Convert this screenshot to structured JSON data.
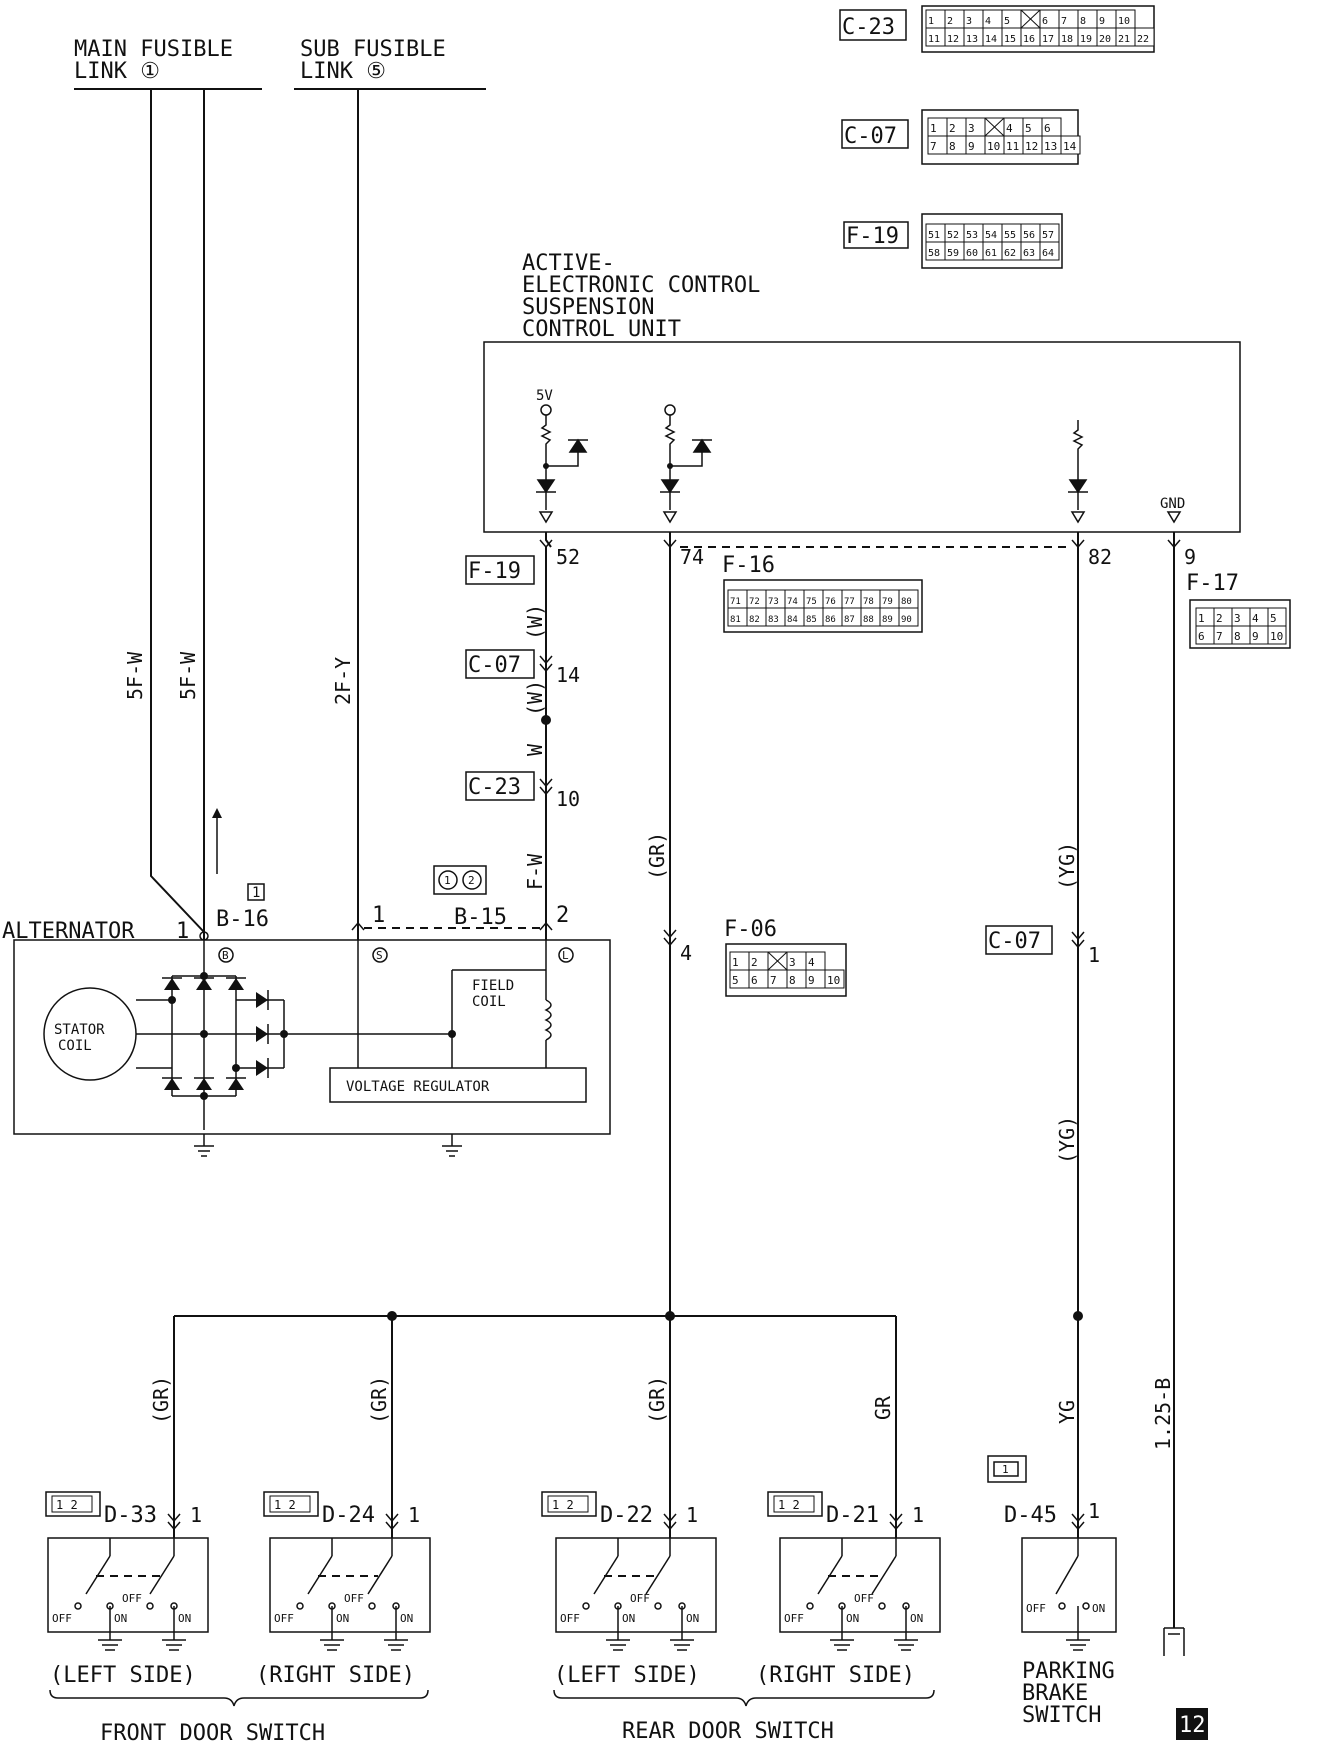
{
  "sources": {
    "main_fusible_link": [
      "MAIN FUSIBLE",
      "LINK ①"
    ],
    "sub_fusible_link": [
      "SUB FUSIBLE",
      "LINK ⑤"
    ]
  },
  "control_unit": {
    "title": [
      "ACTIVE-",
      "ELECTRONIC CONTROL",
      "SUSPENSION",
      "CONTROL UNIT"
    ],
    "vref": "5V",
    "gnd": "GND",
    "pins": [
      "52",
      "74",
      "82",
      "9"
    ]
  },
  "connector_faces": {
    "C-23": {
      "label": "C-23",
      "row1": [
        "1",
        "2",
        "3",
        "4",
        "5",
        "",
        "6",
        "7",
        "8",
        "9",
        "10"
      ],
      "row2": [
        "11",
        "12",
        "13",
        "14",
        "15",
        "16",
        "17",
        "18",
        "19",
        "20",
        "21",
        "22"
      ]
    },
    "C-07": {
      "label": "C-07",
      "row1": [
        "1",
        "2",
        "3",
        "",
        "4",
        "5",
        "6"
      ],
      "row2": [
        "7",
        "8",
        "9",
        "10",
        "11",
        "12",
        "13",
        "14"
      ]
    },
    "F-19": {
      "label": "F-19",
      "row1": [
        "51",
        "52",
        "53",
        "54",
        "55",
        "56",
        "57"
      ],
      "row2": [
        "58",
        "59",
        "60",
        "61",
        "62",
        "63",
        "64"
      ]
    },
    "F-16": {
      "label": "F-16",
      "row1": [
        "71",
        "72",
        "73",
        "74",
        "75",
        "76",
        "77",
        "78",
        "79",
        "80"
      ],
      "row2": [
        "81",
        "82",
        "83",
        "84",
        "85",
        "86",
        "87",
        "88",
        "89",
        "90"
      ]
    },
    "F-17": {
      "label": "F-17",
      "row1": [
        "1",
        "2",
        "3",
        "4",
        "5"
      ],
      "row2": [
        "6",
        "7",
        "8",
        "9",
        "10"
      ]
    },
    "F-06": {
      "label": "F-06",
      "row1": [
        "1",
        "2",
        "",
        "3",
        "4"
      ],
      "row2": [
        "5",
        "6",
        "7",
        "8",
        "9",
        "10"
      ]
    },
    "B-15": {
      "label": "B-15",
      "pins": [
        "1",
        "2"
      ]
    },
    "B-16": {
      "label": "B-16",
      "pins": [
        "1"
      ]
    }
  },
  "wires": {
    "main1": "5F-W",
    "main2": "5F-W",
    "sub": "2F-Y",
    "pin52_a": "(W)",
    "pin52_b": "(W)",
    "pin52_c": "W",
    "pin52_d": "F-W",
    "pin74": "(GR)",
    "pin82_a": "(YG)",
    "pin82_b": "(YG)",
    "pin82_c": "YG",
    "gnd": "1.25-B",
    "d33": "(GR)",
    "d24": "(GR)",
    "d22": "(GR)",
    "d21": "GR"
  },
  "connectors_on_wires": {
    "f19": "F-19",
    "pin52": "52",
    "c07a": "C-07",
    "pin14": "14",
    "c23": "C-23",
    "pin10": "10",
    "b15": "B-15",
    "b15_p1": "1",
    "b15_p2": "2",
    "b16": "B-16",
    "b16_p1": "1",
    "f16": "F-16",
    "pin74": "74",
    "f06": "F-06",
    "pin4": "4",
    "c07b": "C-07",
    "pin1": "1",
    "pin82": "82",
    "f17": "F-17",
    "pin9": "9"
  },
  "alternator": {
    "label": "ALTERNATOR",
    "stator": [
      "STATOR",
      "COIL"
    ],
    "field": [
      "FIELD",
      "COIL"
    ],
    "regulator": "VOLTAGE REGULATOR",
    "terminals": [
      "B",
      "S",
      "L"
    ],
    "connector_badge": "1"
  },
  "switches": [
    {
      "connector": "D-33",
      "pin": "1",
      "badge": "1 2",
      "off": "OFF",
      "on": "ON",
      "mid_off": "OFF",
      "mid_on": "ON"
    },
    {
      "connector": "D-24",
      "pin": "1",
      "badge": "1 2",
      "off": "OFF",
      "on": "ON",
      "mid_off": "OFF",
      "mid_on": "ON"
    },
    {
      "connector": "D-22",
      "pin": "1",
      "badge": "1 2",
      "off": "OFF",
      "on": "ON",
      "mid_off": "OFF",
      "mid_on": "ON"
    },
    {
      "connector": "D-21",
      "pin": "1",
      "badge": "1 2",
      "off": "OFF",
      "on": "ON",
      "mid_off": "OFF",
      "mid_on": "ON"
    }
  ],
  "switch_captions": {
    "front_left": "(LEFT SIDE)",
    "front_right": "(RIGHT SIDE)",
    "rear_left": "(LEFT SIDE)",
    "rear_right": "(RIGHT SIDE)",
    "front_group": "FRONT DOOR SWITCH",
    "rear_group": "REAR DOOR SWITCH"
  },
  "parking_brake": {
    "connector": "D-45",
    "pin": "1",
    "badge": "1",
    "off": "OFF",
    "on": "ON",
    "title": [
      "PARKING",
      "BRAKE",
      "SWITCH"
    ]
  },
  "page_badge": "12"
}
